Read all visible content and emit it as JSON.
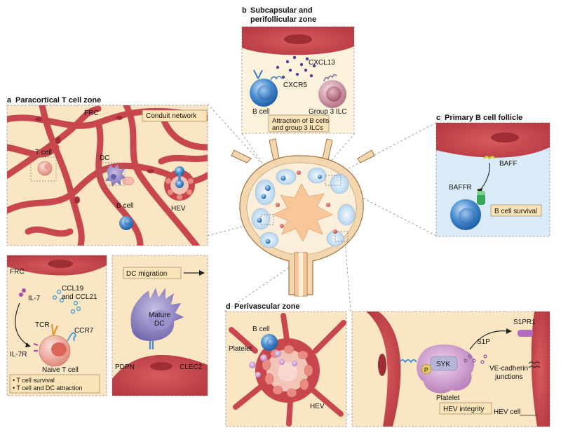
{
  "panels": {
    "a": {
      "letter": "a",
      "title": "Paracortical T cell zone"
    },
    "b": {
      "letter": "b",
      "title_line1": "Subcapsular and",
      "title_line2": "perifollicular zone"
    },
    "c": {
      "letter": "c",
      "title": "Primary B cell follicle"
    },
    "d": {
      "letter": "d",
      "title": "Perivascular zone"
    }
  },
  "labels": {
    "frc": "FRC",
    "conduit": "Conduit network",
    "t_cell": "T cell",
    "dc": "DC",
    "b_cell": "B cell",
    "hev": "HEV",
    "frc2": "FRC",
    "il7": "IL-7",
    "ccl19": "CCL19",
    "ccl21": "and CCL21",
    "tcr": "TCR",
    "ccr7": "CCR7",
    "il7r": "IL-7R",
    "naive": "Naive T cell",
    "bullet1": "• T cell survival",
    "bullet2": "• T cell and DC attraction",
    "dc_migration": "DC migration",
    "mature1": "Mature",
    "mature2": "DC",
    "pdpn": "PDPN",
    "clec2": "CLEC2",
    "cxcl13": "CXCL13",
    "cxcr5": "CXCR5",
    "b_cell_b": "B cell",
    "ilc": "Group 3 ILC",
    "attract1": "Attraction of B cells",
    "attract2": "and group 3 ILCs",
    "baff": "BAFF",
    "baffr": "BAFFR",
    "bsurvival": "B cell survival",
    "b_cell_d": "B cell",
    "platelet": "Platelet",
    "hev_d": "HEV",
    "syk": "SYK",
    "p": "P",
    "s1p": "S1P",
    "s1pr1": "S1PR1",
    "platelet2": "Platelet",
    "ve1": "VE-cadherin",
    "ve2": "junctions",
    "hev_integrity": "HEV integrity",
    "hev_cell": "HEV cell"
  },
  "colors": {
    "vessel": "#c8474e",
    "vessel_dark": "#9e2d35",
    "cream": "#fbe6c4",
    "cream_light": "#fdf2dc",
    "blue_bg": "#d8ebf6",
    "bcell": "#3d7fc4",
    "label_box": "#fbe3b8",
    "pink_cell": "#e98b80",
    "ilc": "#c9909c",
    "dc": "#8a7fc0",
    "platelet": "#d6a5d8"
  }
}
